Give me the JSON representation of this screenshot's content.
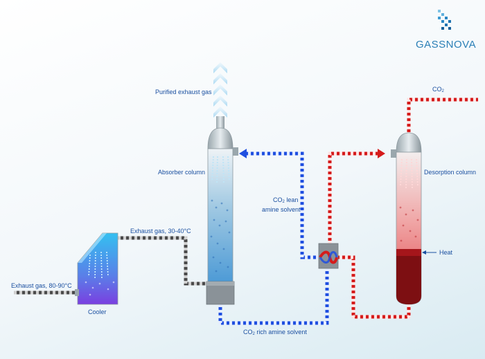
{
  "brand": {
    "name": "GASSNOVA"
  },
  "labels": {
    "purified": "Purified exhaust gas",
    "absorber": "Absorber column",
    "desorption": "Desorption column",
    "co2_out_main": "CO",
    "co2_out_sub": "2",
    "lean_main": "CO",
    "lean_sub": "2",
    "lean_rest": " lean",
    "lean_line2": "amine solvent",
    "heat": "Heat",
    "exhaust_cooled": "Exhaust gas, 30-40°C",
    "exhaust_in": "Exhaust gas, 80-90°C",
    "cooler": "Cooler",
    "rich_main": "CO",
    "rich_sub": "2",
    "rich_rest": " rich amine solvent"
  },
  "colors": {
    "lean_pipe": "#1f4fe0",
    "hot_pipe": "#d51b1b",
    "gas_pipe": "#555555",
    "label_text": "#1a4fa0",
    "brand_text": "#2a7fb6"
  }
}
